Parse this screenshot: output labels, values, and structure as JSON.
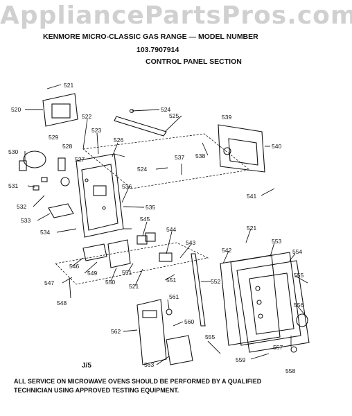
{
  "watermark": "AppliancePartsPros.com",
  "header": {
    "title": "KENMORE MICRO-CLASSIC GAS RANGE — MODEL NUMBER",
    "model": "103.7907914",
    "section": "CONTROL PANEL SECTION"
  },
  "footer": {
    "page": "J/5",
    "note_line1": "ALL SERVICE ON MICROWAVE OVENS SHOULD BE PERFORMED BY A QUALIFIED",
    "note_line2": "TECHNICIAN USING APPROVED TESTING EQUIPMENT."
  },
  "callouts": {
    "c520": "520",
    "c521a": "521",
    "c521b": "521",
    "c521c": "521",
    "c522": "522",
    "c523": "523",
    "c524a": "524",
    "c524b": "524",
    "c525": "525",
    "c526": "526",
    "c527": "527",
    "c528": "528",
    "c529": "529",
    "c530": "530",
    "c531": "531",
    "c532": "532",
    "c533": "533",
    "c534": "534",
    "c535": "535",
    "c536": "536",
    "c537": "537",
    "c538": "538",
    "c539": "539",
    "c540": "540",
    "c541": "541",
    "c542": "542",
    "c543": "543",
    "c544": "544",
    "c545": "545",
    "c546": "546",
    "c547": "547",
    "c548": "548",
    "c549": "549",
    "c550": "550",
    "c551a": "551",
    "c551b": "551",
    "c552": "552",
    "c553": "553",
    "c554": "554",
    "c555a": "555",
    "c555b": "555",
    "c556": "556",
    "c557": "557",
    "c558": "558",
    "c559": "559",
    "c560": "560",
    "c561": "561",
    "c562": "562",
    "c563": "563"
  }
}
